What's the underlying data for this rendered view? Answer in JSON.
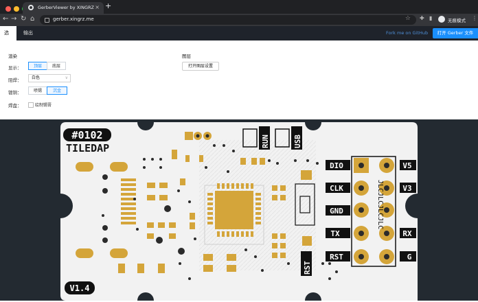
{
  "browser": {
    "tab_title": "GerberViewer by XINGRZ",
    "url": "gerber.xingrz.me",
    "incognito_label": "无痕模式",
    "new_tab": "+",
    "close_tab": "×",
    "back": "←",
    "forward": "→",
    "reload": "↻",
    "home": "⌂",
    "star": "☆",
    "extensions": "✚",
    "sidepanel": "▮",
    "menu": "⋮",
    "traffic_colors": [
      "#ff5f57",
      "#febc2e",
      "#28c840"
    ]
  },
  "app": {
    "tabs": [
      {
        "label": "选项"
      },
      {
        "label": "输出"
      }
    ],
    "fork_link": "Fork me on GitHub",
    "open_button": "打开 Gerber 文件",
    "render": {
      "heading": "渲染",
      "display_label": "显示：",
      "display_options": [
        "顶层",
        "底层"
      ],
      "soldermask_label": "阻焊：",
      "soldermask_value": "白色",
      "plating_label": "镀铜：",
      "plating_options": [
        "喷锡",
        "沉金"
      ],
      "pads_label": "焊盘：",
      "pads_checkbox": "绘制锡膏"
    },
    "layers": {
      "heading": "图层",
      "button": "打开图层设置"
    }
  },
  "board": {
    "board_id": "#0102",
    "name": "TILEDAP",
    "version": "V1.4",
    "silkscreen_labels": [
      "RUN",
      "USB",
      "RST"
    ],
    "left_pins": [
      "DIO",
      "CLK",
      "GND",
      "TX",
      "RST"
    ],
    "right_pins": [
      "V5",
      "V3",
      "RX",
      "G"
    ],
    "vertical_text": "JLCJLCJLCJLC",
    "colors": {
      "board": "#f2f2f2",
      "gold": "#d4a53a",
      "hole": "#2b2b2b",
      "accent": "#1a8ffd"
    }
  }
}
